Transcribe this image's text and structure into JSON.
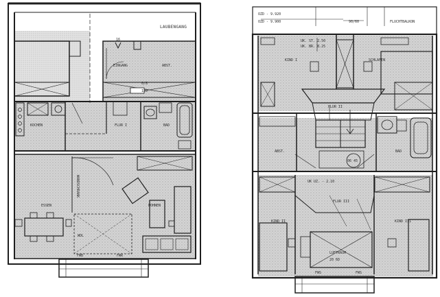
{
  "left_plan": {
    "labels": {
      "laubengang": "LAUBENGANG",
      "stair_num": "16",
      "eingang": "EINGANG",
      "abst": "ABST.",
      "dim_top": "0/8",
      "dim_top2": "120",
      "kochen": "KOCHEN",
      "flur": "FLUR I",
      "bad": "BAD",
      "essen": "ESSEN",
      "wohnen": "WOHNEN",
      "schrank": "WANDSCHRANK",
      "wdl": "WDL",
      "fwb": "FWB",
      "fwr": "FWR"
    }
  },
  "right_plan": {
    "labels": {
      "top1": "OZD - 9.920",
      "top2": "OZD - 9.900",
      "top3": "90/60",
      "top4": "FLUCHTBALKON",
      "kind1": "KIND I",
      "schlafen": "SCHLAFEN",
      "dim1": "UK. ST. 2.50",
      "dim2": "UK. BR. 8.25",
      "flur2": "FLUR II",
      "abst": "ABST.",
      "bad": "BAD",
      "circle": "06 45",
      "dim3": "UK UZ. - 2.10",
      "flur3": "FLUR III",
      "kind2": "KIND II",
      "kind3": "KIND III",
      "luftraum": "LUFTRAUM",
      "luftraum_dim": "20 6D",
      "fws1": "FWS",
      "fws2": "FWS"
    }
  }
}
